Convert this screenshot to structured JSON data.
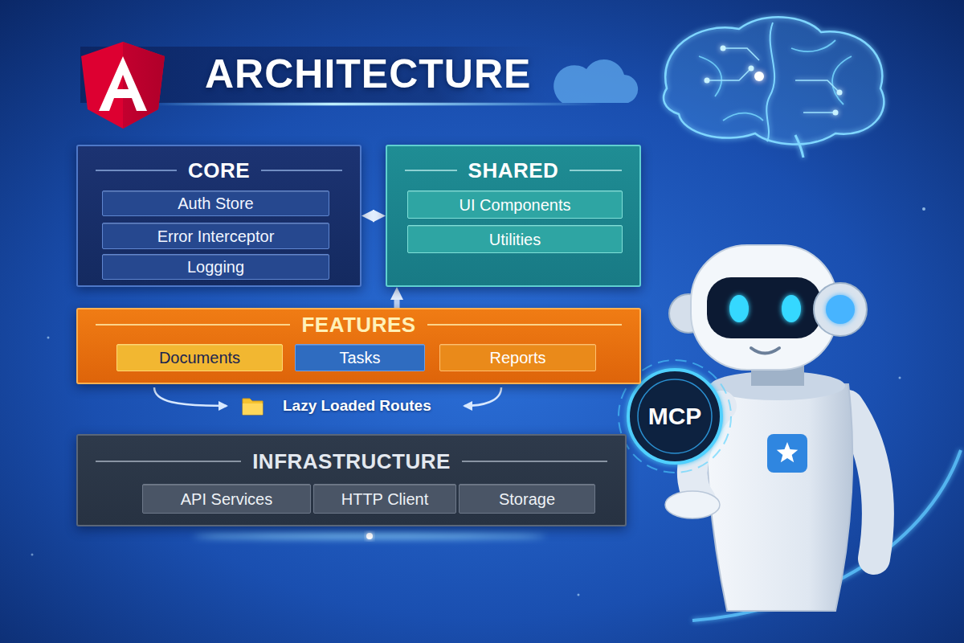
{
  "diagram": {
    "title": "ARCHITECTURE",
    "nodes": [
      {
        "text": [
          "CORE"
        ]
      },
      {
        "text": [
          "Auth Store"
        ],
        "in": 0
      },
      {
        "text": [
          "Error Interceptor"
        ],
        "in": 0
      },
      {
        "text": [
          "Logging"
        ],
        "in": 0
      },
      {
        "text": [
          "SHARED"
        ]
      },
      {
        "text": [
          "UI Components"
        ],
        "in": 4
      },
      {
        "text": [
          "Utilities"
        ],
        "in": 4
      },
      {
        "text": [
          "FEATURES"
        ]
      },
      {
        "text": [
          "Documents"
        ],
        "in": 7
      },
      {
        "text": [
          "Tasks"
        ],
        "in": 7
      },
      {
        "text": [
          "Reports"
        ],
        "in": 7
      },
      {
        "text": [
          "INFRASTRUCTURE"
        ]
      },
      {
        "text": [
          "API Services"
        ],
        "in": 11
      },
      {
        "text": [
          "HTTP Client"
        ],
        "in": 11
      },
      {
        "text": [
          "Storage"
        ],
        "in": 11
      }
    ],
    "edges": [
      {
        "from": 0,
        "to": 4,
        "arrow": "both"
      },
      {
        "from": 7,
        "to": 4,
        "arrow": "to"
      }
    ],
    "labels": [
      "Lazy Loaded Routes",
      "MCP"
    ]
  }
}
